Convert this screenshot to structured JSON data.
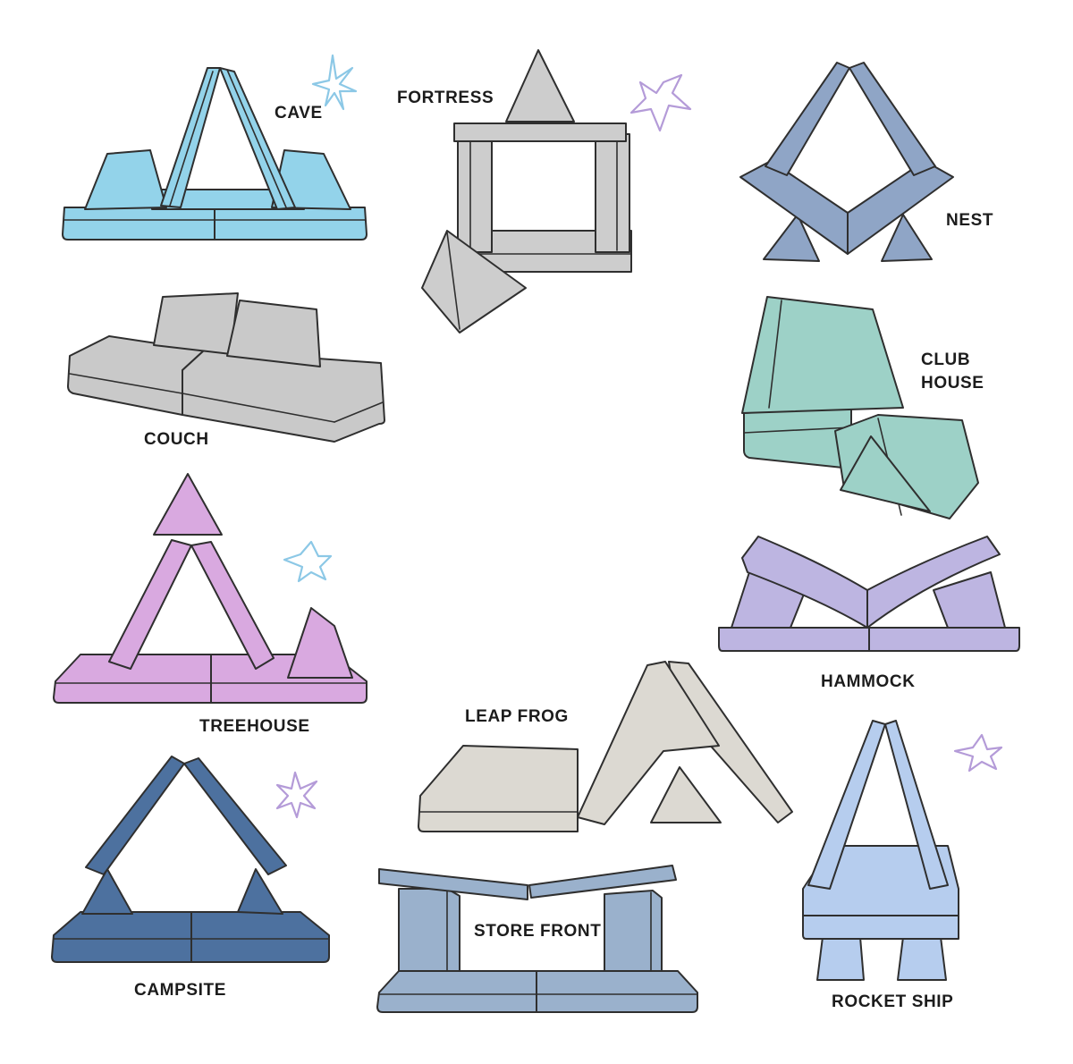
{
  "labels": {
    "cave": "CAVE",
    "fortress": "FORTRESS",
    "nest": "NEST",
    "couch": "COUCH",
    "club_house_line1": "CLUB",
    "club_house_line2": "HOUSE",
    "treehouse": "TREEHOUSE",
    "hammock": "HAMMOCK",
    "leap_frog": "LEAP FROG",
    "campsite": "CAMPSITE",
    "store_front": "STORE FRONT",
    "rocket_ship": "ROCKET SHIP"
  },
  "colors": {
    "cave": "#93d3ea",
    "fortress": "#cdcdcd",
    "nest": "#8fa5c6",
    "couch": "#c9c9c9",
    "club_house": "#9dd1c7",
    "treehouse": "#d9a9e0",
    "hammock": "#bdb5e1",
    "leap_frog": "#dcd9d2",
    "campsite": "#4d719f",
    "store_front": "#9ab1cc",
    "rocket_ship": "#b6cdee",
    "star_blue": "#8cc8e6",
    "star_purple": "#b49bd8"
  }
}
